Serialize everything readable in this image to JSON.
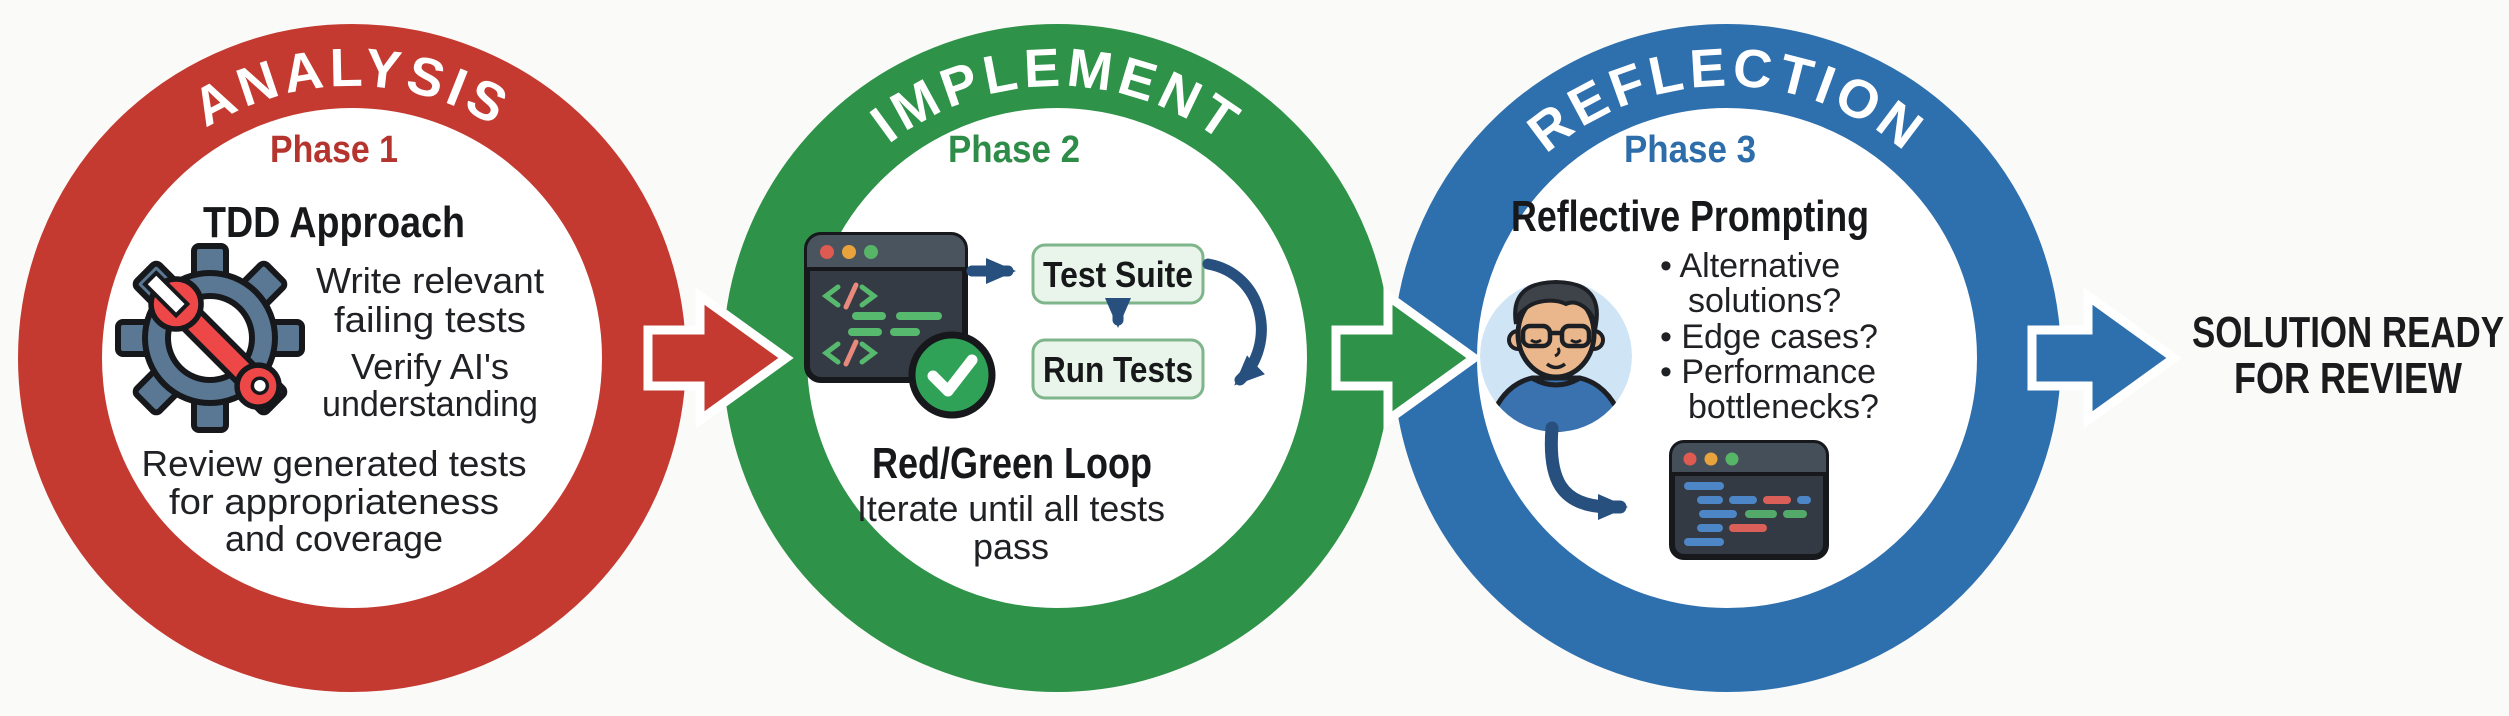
{
  "diagram": {
    "background_color": "#fafaf8",
    "connector_color": "#27507f",
    "flow_arrow_colors": {
      "analysis_to_implement": "#c43a31",
      "implement_to_reflection": "#2e9248",
      "reflection_out": "#2e6fae"
    },
    "final_label": {
      "line1": "SOLUTION READY",
      "line2": "FOR REVIEW"
    }
  },
  "phases": [
    {
      "arc_title": "ANALYSIS",
      "phase_label": "Phase 1",
      "ring_color": "#c43a31",
      "label_color": "#b5342e",
      "heading": "TDD Approach",
      "icon": "gear-wrench-icon",
      "points": [
        [
          "Write relevant",
          "failing tests"
        ],
        [
          "Verify AI's",
          "understanding"
        ],
        [
          "Review generated tests",
          "for appropriateness",
          "and coverage"
        ]
      ]
    },
    {
      "arc_title": "IMPLEMENT",
      "phase_label": "Phase 2",
      "ring_color": "#2e9248",
      "label_color": "#2e8c49",
      "heading": "Red/Green Loop",
      "icon": "code-editor-check-icon",
      "flow_boxes": [
        "Test Suite",
        "Run Tests"
      ],
      "sub_lines": [
        "Iterate until all tests",
        "pass"
      ]
    },
    {
      "arc_title": "REFLECTION",
      "phase_label": "Phase 3",
      "ring_color": "#2e6fae",
      "label_color": "#2d6da9",
      "heading": "Reflective Prompting",
      "icon": "developer-avatar-icon",
      "icon2": "code-editor-icon",
      "bullet_lines": [
        "• Alternative",
        "solutions?",
        "• Edge cases?",
        "• Performance",
        "bottlenecks?"
      ]
    }
  ]
}
